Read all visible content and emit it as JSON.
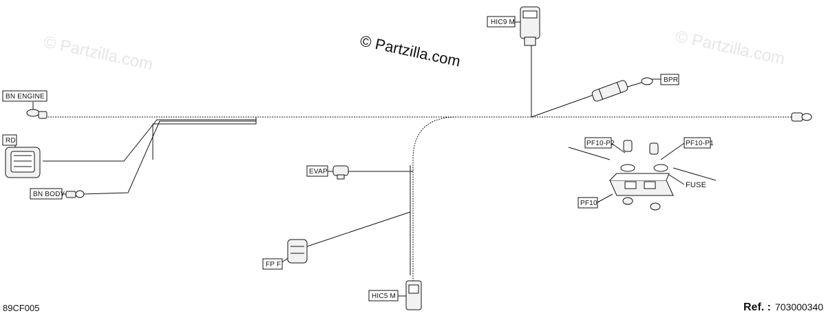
{
  "watermarks": {
    "main": "© Partzilla.com",
    "faint_left": "© Partzilla.com",
    "faint_right": "© Partzilla.com"
  },
  "labels": {
    "hic9m": "HIC9  M",
    "bpr": "BPR",
    "bn_engine": "BN  ENGINE",
    "rd": "RD",
    "bn_body": "BN  BODY",
    "evap": "EVAP",
    "pf10_p2": "PF10-P2",
    "pf10_p1": "PF10-P1",
    "fuse": "FUSE",
    "pf10": "PF10",
    "fpf": "FP  F",
    "hic5m": "HIC5  M"
  },
  "footer": {
    "diagram_code": "89CF005",
    "ref_label": "Ref. :",
    "ref_number": "703000340"
  },
  "colors": {
    "line": "#111111",
    "watermark": "#e6e6e6",
    "part_fill": "#f2f2f2"
  }
}
